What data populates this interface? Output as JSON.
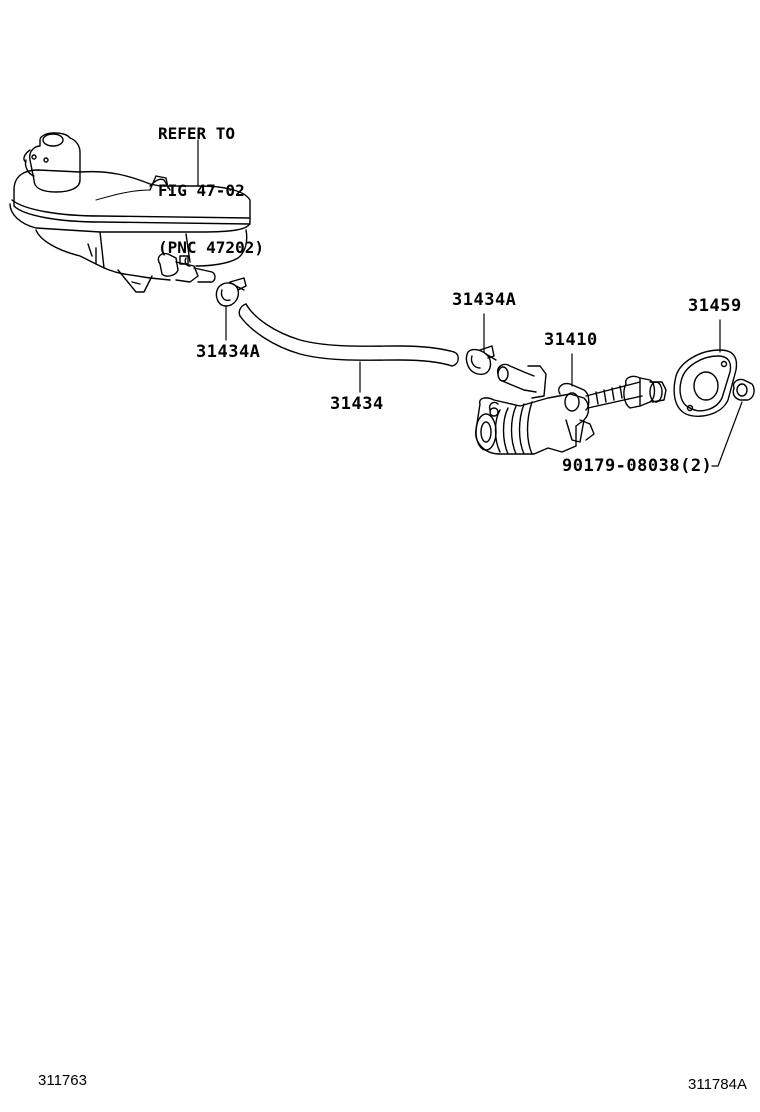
{
  "note": {
    "line1": "REFER TO",
    "line2": "FIG 47-02",
    "line3": "(PNC 47202)"
  },
  "labels": {
    "clamp_left": "31434A",
    "hose": "31434",
    "clamp_right": "31434A",
    "master_cylinder": "31410",
    "gasket": "31459",
    "nut": "90179-08038(2)"
  },
  "footer": {
    "left_code": "311763",
    "right_code": "311784A"
  }
}
